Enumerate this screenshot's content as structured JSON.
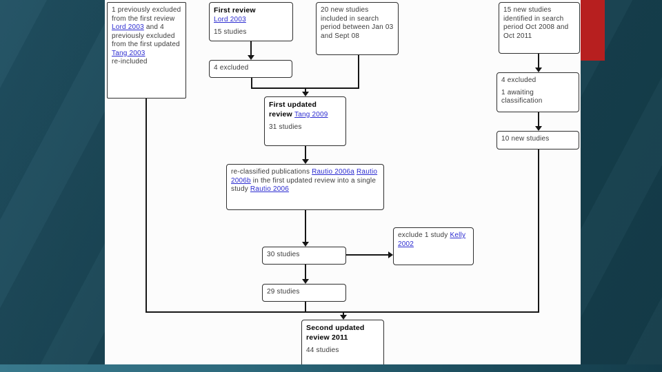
{
  "slide": {
    "background_color": "#17424f",
    "accent_red": "#b71f1f",
    "link_color": "#2b2bd0"
  },
  "boxes": {
    "reincluded": {
      "t1": "1 previously excluded from the first review ",
      "link1": "Lord 2003",
      "t2": " and 4 previously excluded from the first updated ",
      "link2": "Tang 2003",
      "t3": "re-included"
    },
    "first_review": {
      "title": "First review",
      "link": "Lord 2003",
      "count": "15 studies"
    },
    "new_studies_2008": {
      "text": "20 new studies included in search period between Jan 03 and Sept 08"
    },
    "new_studies_2011": {
      "text": "15 new studies identified in search period Oct 2008 and Oct 2011"
    },
    "excluded_4": {
      "text": "4 excluded"
    },
    "excluded_awaiting": {
      "line1": "4 excluded",
      "line2": "1 awaiting classification"
    },
    "ten_new": {
      "text": "10 new studies"
    },
    "first_updated": {
      "title": "First updated review ",
      "link": "Tang 2009",
      "count": "31 studies"
    },
    "reclassified": {
      "t1": "re-classified publications ",
      "link1": "Rautio 2006a",
      "sep": " ",
      "link2": "Rautio 2006b",
      "t2": " in the first updated review into a single study ",
      "link3": "Rautio 2006"
    },
    "thirty": {
      "text": "30 studies"
    },
    "exclude_one": {
      "t1": "exclude 1 study ",
      "link": "Kelly 2002"
    },
    "twentynine": {
      "text": "29 studies"
    },
    "second_updated": {
      "title": "Second updated review 2011",
      "count": "44 studies"
    }
  }
}
